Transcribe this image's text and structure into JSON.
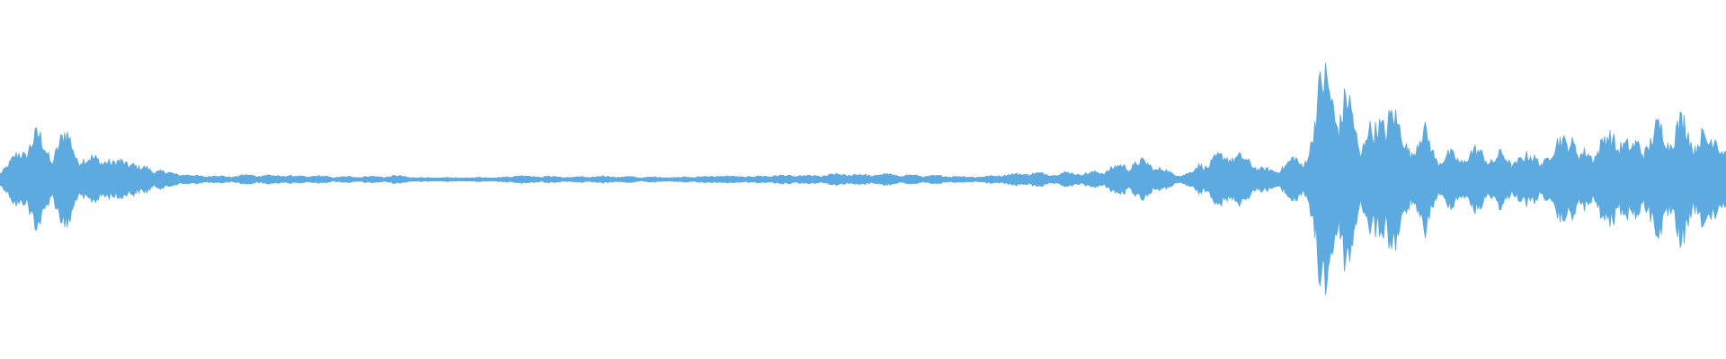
{
  "waveform": {
    "color": "#5daae0",
    "background": "#ffffff",
    "envelope": [
      [
        0.0,
        0.06
      ],
      [
        0.005,
        0.1
      ],
      [
        0.01,
        0.17
      ],
      [
        0.014,
        0.22
      ],
      [
        0.018,
        0.26
      ],
      [
        0.022,
        0.28
      ],
      [
        0.026,
        0.22
      ],
      [
        0.03,
        0.16
      ],
      [
        0.034,
        0.22
      ],
      [
        0.038,
        0.28
      ],
      [
        0.042,
        0.25
      ],
      [
        0.046,
        0.15
      ],
      [
        0.05,
        0.12
      ],
      [
        0.055,
        0.14
      ],
      [
        0.06,
        0.16
      ],
      [
        0.065,
        0.1
      ],
      [
        0.07,
        0.13
      ],
      [
        0.075,
        0.14
      ],
      [
        0.08,
        0.08
      ],
      [
        0.085,
        0.09
      ],
      [
        0.09,
        0.07
      ],
      [
        0.095,
        0.06
      ],
      [
        0.1,
        0.05
      ],
      [
        0.105,
        0.04
      ],
      [
        0.11,
        0.035
      ],
      [
        0.115,
        0.03
      ],
      [
        0.12,
        0.025
      ],
      [
        0.125,
        0.03
      ],
      [
        0.13,
        0.025
      ],
      [
        0.135,
        0.022
      ],
      [
        0.14,
        0.03
      ],
      [
        0.145,
        0.035
      ],
      [
        0.15,
        0.028
      ],
      [
        0.155,
        0.03
      ],
      [
        0.16,
        0.025
      ],
      [
        0.165,
        0.03
      ],
      [
        0.17,
        0.02
      ],
      [
        0.18,
        0.022
      ],
      [
        0.19,
        0.018
      ],
      [
        0.2,
        0.015
      ],
      [
        0.21,
        0.02
      ],
      [
        0.22,
        0.018
      ],
      [
        0.23,
        0.025
      ],
      [
        0.24,
        0.015
      ],
      [
        0.25,
        0.012
      ],
      [
        0.26,
        0.015
      ],
      [
        0.27,
        0.012
      ],
      [
        0.28,
        0.018
      ],
      [
        0.29,
        0.015
      ],
      [
        0.3,
        0.03
      ],
      [
        0.31,
        0.022
      ],
      [
        0.32,
        0.02
      ],
      [
        0.33,
        0.015
      ],
      [
        0.34,
        0.016
      ],
      [
        0.35,
        0.02
      ],
      [
        0.36,
        0.018
      ],
      [
        0.37,
        0.014
      ],
      [
        0.38,
        0.016
      ],
      [
        0.39,
        0.015
      ],
      [
        0.4,
        0.018
      ],
      [
        0.41,
        0.024
      ],
      [
        0.42,
        0.028
      ],
      [
        0.43,
        0.022
      ],
      [
        0.44,
        0.026
      ],
      [
        0.45,
        0.03
      ],
      [
        0.46,
        0.028
      ],
      [
        0.47,
        0.024
      ],
      [
        0.48,
        0.03
      ],
      [
        0.49,
        0.035
      ],
      [
        0.5,
        0.028
      ],
      [
        0.51,
        0.032
      ],
      [
        0.52,
        0.03
      ],
      [
        0.53,
        0.026
      ],
      [
        0.54,
        0.024
      ],
      [
        0.55,
        0.025
      ],
      [
        0.56,
        0.02
      ],
      [
        0.57,
        0.022
      ],
      [
        0.58,
        0.035
      ],
      [
        0.59,
        0.045
      ],
      [
        0.6,
        0.05
      ],
      [
        0.61,
        0.04
      ],
      [
        0.62,
        0.05
      ],
      [
        0.63,
        0.04
      ],
      [
        0.64,
        0.06
      ],
      [
        0.65,
        0.09
      ],
      [
        0.66,
        0.11
      ],
      [
        0.67,
        0.09
      ],
      [
        0.68,
        0.03
      ],
      [
        0.69,
        0.045
      ],
      [
        0.695,
        0.1
      ],
      [
        0.7,
        0.12
      ],
      [
        0.705,
        0.16
      ],
      [
        0.71,
        0.17
      ],
      [
        0.715,
        0.2
      ],
      [
        0.72,
        0.17
      ],
      [
        0.725,
        0.12
      ],
      [
        0.73,
        0.1
      ],
      [
        0.735,
        0.08
      ],
      [
        0.74,
        0.06
      ],
      [
        0.745,
        0.14
      ],
      [
        0.75,
        0.18
      ],
      [
        0.755,
        0.09
      ],
      [
        0.76,
        0.36
      ],
      [
        0.765,
        0.72
      ],
      [
        0.768,
        0.76
      ],
      [
        0.772,
        0.7
      ],
      [
        0.776,
        0.42
      ],
      [
        0.78,
        0.58
      ],
      [
        0.784,
        0.44
      ],
      [
        0.788,
        0.22
      ],
      [
        0.792,
        0.36
      ],
      [
        0.796,
        0.28
      ],
      [
        0.8,
        0.38
      ],
      [
        0.805,
        0.52
      ],
      [
        0.81,
        0.32
      ],
      [
        0.815,
        0.22
      ],
      [
        0.82,
        0.24
      ],
      [
        0.825,
        0.3
      ],
      [
        0.83,
        0.2
      ],
      [
        0.835,
        0.14
      ],
      [
        0.84,
        0.16
      ],
      [
        0.845,
        0.14
      ],
      [
        0.85,
        0.18
      ],
      [
        0.855,
        0.2
      ],
      [
        0.86,
        0.18
      ],
      [
        0.865,
        0.15
      ],
      [
        0.87,
        0.2
      ],
      [
        0.875,
        0.13
      ],
      [
        0.88,
        0.17
      ],
      [
        0.885,
        0.19
      ],
      [
        0.89,
        0.18
      ],
      [
        0.895,
        0.15
      ],
      [
        0.9,
        0.24
      ],
      [
        0.905,
        0.38
      ],
      [
        0.91,
        0.33
      ],
      [
        0.915,
        0.18
      ],
      [
        0.92,
        0.24
      ],
      [
        0.925,
        0.2
      ],
      [
        0.93,
        0.3
      ],
      [
        0.935,
        0.33
      ],
      [
        0.94,
        0.26
      ],
      [
        0.945,
        0.2
      ],
      [
        0.95,
        0.28
      ],
      [
        0.955,
        0.22
      ],
      [
        0.96,
        0.32
      ],
      [
        0.965,
        0.34
      ],
      [
        0.97,
        0.3
      ],
      [
        0.975,
        0.36
      ],
      [
        0.98,
        0.28
      ],
      [
        0.985,
        0.3
      ],
      [
        0.99,
        0.22
      ],
      [
        0.995,
        0.34
      ],
      [
        1.0,
        0.2
      ]
    ]
  }
}
